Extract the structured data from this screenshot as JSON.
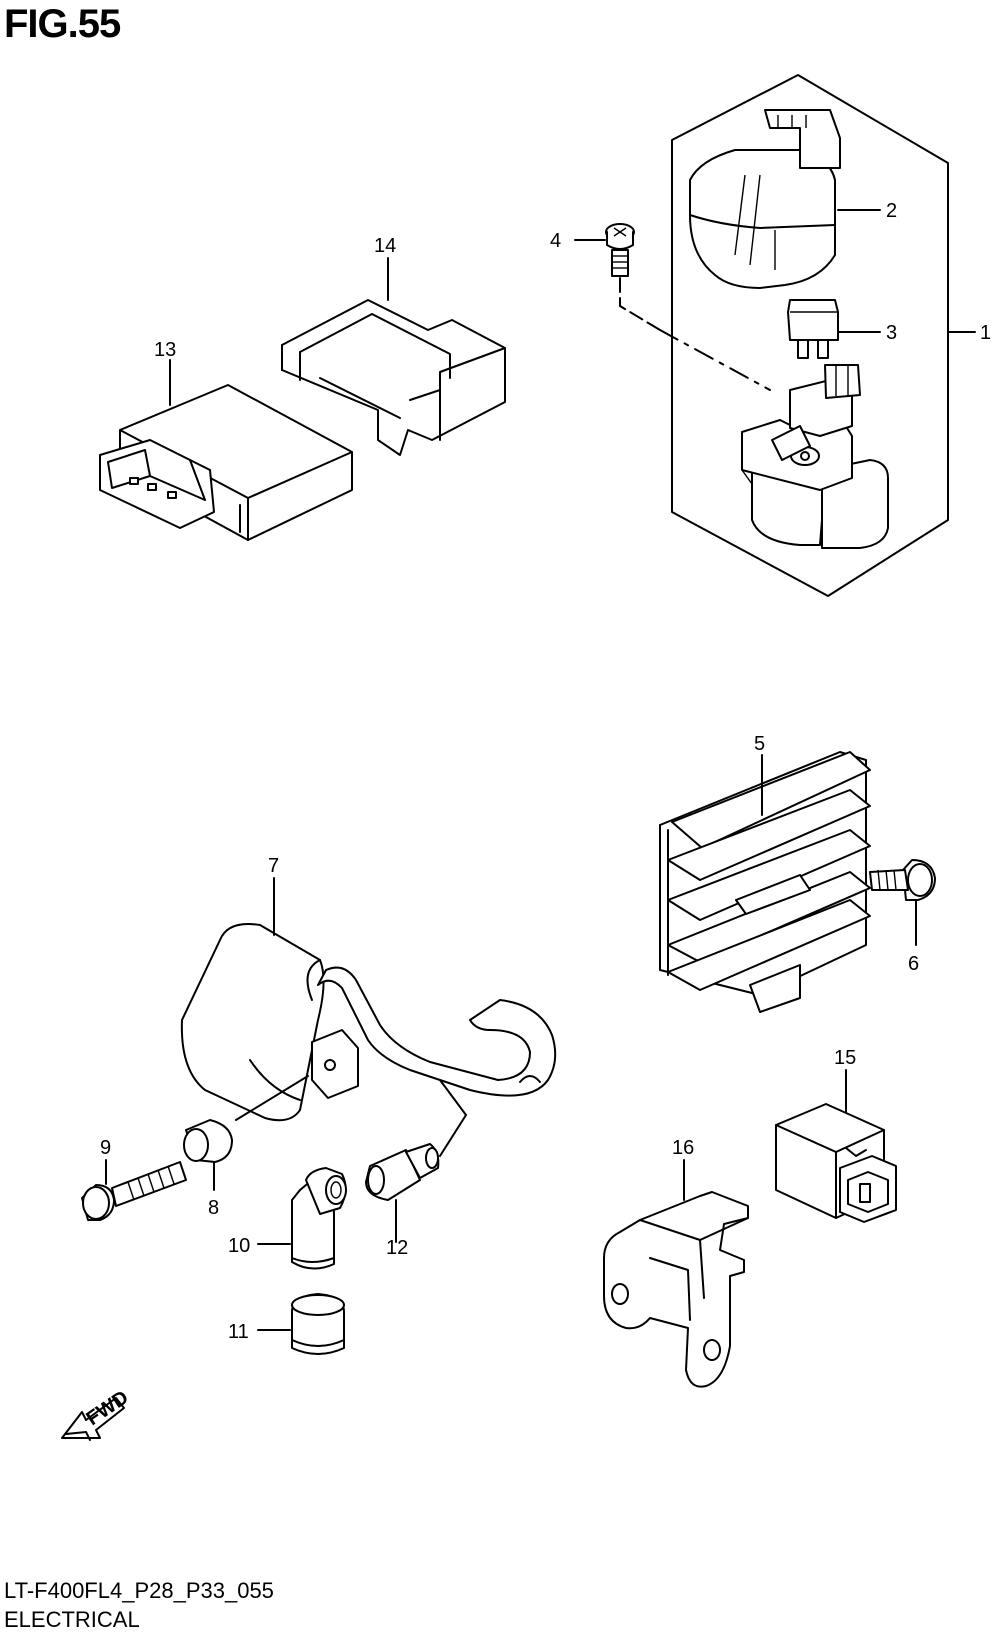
{
  "figure": {
    "title": "FIG.55",
    "code": "LT-F400FL4_P28_P33_055",
    "name": "ELECTRICAL"
  },
  "callouts": {
    "c1": "1",
    "c2": "2",
    "c3": "3",
    "c4": "4",
    "c5": "5",
    "c6": "6",
    "c7": "7",
    "c8": "8",
    "c9": "9",
    "c10": "10",
    "c11": "11",
    "c12": "12",
    "c13": "13",
    "c14": "14",
    "c15": "15",
    "c16": "16"
  },
  "fwd_marker": {
    "label": "FWD",
    "icon": "forward-arrow-icon"
  }
}
